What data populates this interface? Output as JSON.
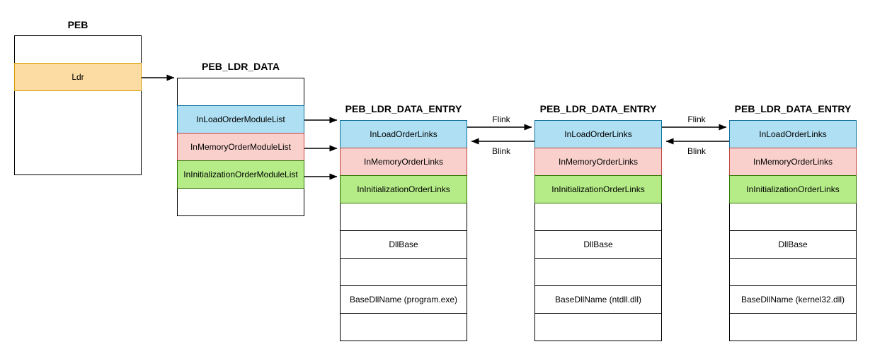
{
  "diagram": {
    "peb": {
      "title": "PEB",
      "rows": [
        {
          "label": ""
        },
        {
          "label": "Ldr"
        },
        {
          "label": ""
        }
      ]
    },
    "ldr_data": {
      "title": "PEB_LDR_DATA",
      "rows": [
        {
          "label": ""
        },
        {
          "label": "InLoadOrderModuleList"
        },
        {
          "label": "InMemoryOrderModuleList"
        },
        {
          "label": "InInitializationOrderModuleList"
        },
        {
          "label": ""
        }
      ]
    },
    "entries": [
      {
        "title": "PEB_LDR_DATA_ENTRY",
        "rows": [
          {
            "label": "InLoadOrderLinks"
          },
          {
            "label": "InMemoryOrderLinks"
          },
          {
            "label": "InInitializationOrderLinks"
          },
          {
            "label": ""
          },
          {
            "label": "DllBase"
          },
          {
            "label": ""
          },
          {
            "label": "BaseDllName (program.exe)"
          },
          {
            "label": ""
          }
        ]
      },
      {
        "title": "PEB_LDR_DATA_ENTRY",
        "rows": [
          {
            "label": "InLoadOrderLinks"
          },
          {
            "label": "InMemoryOrderLinks"
          },
          {
            "label": "InInitializationOrderLinks"
          },
          {
            "label": ""
          },
          {
            "label": "DllBase"
          },
          {
            "label": ""
          },
          {
            "label": "BaseDllName (ntdll.dll)"
          },
          {
            "label": ""
          }
        ]
      },
      {
        "title": "PEB_LDR_DATA_ENTRY",
        "rows": [
          {
            "label": "InLoadOrderLinks"
          },
          {
            "label": "InMemoryOrderLinks"
          },
          {
            "label": "InInitializationOrderLinks"
          },
          {
            "label": ""
          },
          {
            "label": "DllBase"
          },
          {
            "label": ""
          },
          {
            "label": "BaseDllName (kernel32.dll)"
          },
          {
            "label": ""
          }
        ]
      }
    ],
    "links": {
      "pairs": [
        {
          "flink": "Flink",
          "blink": "Blink"
        },
        {
          "flink": "Flink",
          "blink": "Blink"
        }
      ]
    },
    "colors": {
      "ldr_fill": "#fcdca3",
      "ldr_stroke": "#d79b00",
      "load_order_fill": "#aedff2",
      "load_order_stroke": "#10739e",
      "memory_order_fill": "#f9d0cc",
      "memory_order_stroke": "#bf4540",
      "init_order_fill": "#b5ec87",
      "init_order_stroke": "#2d7600",
      "arrow": "#000000"
    }
  }
}
